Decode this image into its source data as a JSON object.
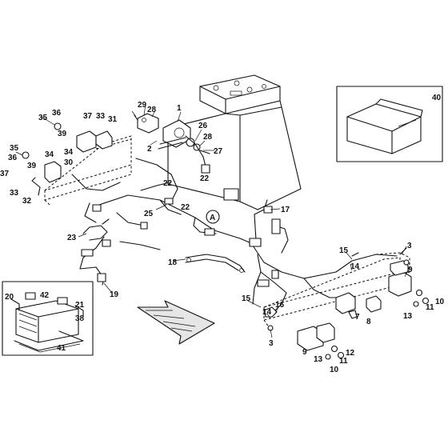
{
  "callouts": {
    "c1": "1",
    "c2": "2",
    "c3a": "3",
    "c3b": "3",
    "c7": "7",
    "c8": "8",
    "c9a": "9",
    "c9b": "9",
    "c10a": "10",
    "c10b": "10",
    "c11a": "11",
    "c11b": "11",
    "c12": "12",
    "c13a": "13",
    "c13b": "13",
    "c14a": "14",
    "c14b": "14",
    "c15a": "15",
    "c15b": "15",
    "c16": "16",
    "c17": "17",
    "c18": "18",
    "c19": "19",
    "c20": "20",
    "c21": "21",
    "c22a": "22",
    "c22b": "22",
    "c22c": "22",
    "c23": "23",
    "c25": "25",
    "c26": "26",
    "c27": "27",
    "c28a": "28",
    "c28b": "28",
    "c29": "29",
    "c30": "30",
    "c31": "31",
    "c32": "32",
    "c33a": "33",
    "c33b": "33",
    "c34a": "34",
    "c34b": "34",
    "c35a": "35",
    "c35b": "35",
    "c36a": "36",
    "c36b": "36",
    "c37a": "37",
    "c37b": "37",
    "c38": "38",
    "c39a": "39",
    "c39b": "39",
    "c40": "40",
    "c41": "41",
    "c42": "42"
  },
  "markers": {
    "view_a": "A"
  },
  "colors": {
    "ink": "#111111",
    "arrow_fill": "#e6e6e6"
  }
}
